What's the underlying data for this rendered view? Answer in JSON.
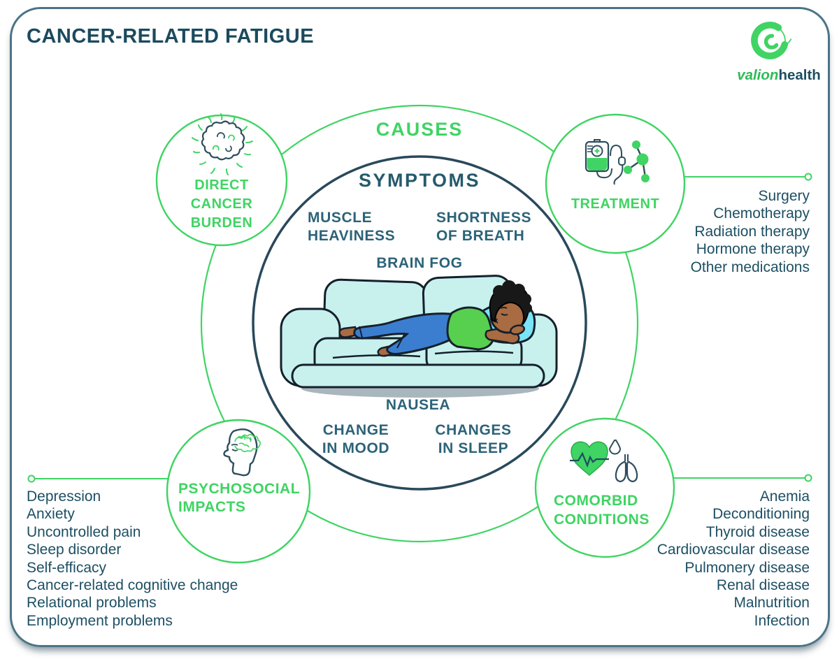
{
  "page": {
    "title": "CANCER-RELATED FATIGUE"
  },
  "brand": {
    "word1": "valion",
    "word2": "health",
    "logo_icon": "green-swirl-logo"
  },
  "colors": {
    "green": "#3fd463",
    "teal": "#1d4f63",
    "ring_dark": "#2a4a5c",
    "card_border": "#4c7486"
  },
  "causes": {
    "title": "CAUSES",
    "nodes": [
      {
        "id": "direct-cancer-burden",
        "icon": "cancer-cell-icon",
        "label_lines": [
          "DIRECT",
          "CANCER",
          "BURDEN"
        ],
        "items": []
      },
      {
        "id": "treatment",
        "icon": "iv-drip-molecule-icon",
        "label_lines": [
          "TREATMENT"
        ],
        "items": [
          "Surgery",
          "Chemotherapy",
          "Radiation therapy",
          "Hormone therapy",
          "Other medications"
        ]
      },
      {
        "id": "psychosocial-impacts",
        "icon": "head-brain-icon",
        "label_lines": [
          "PSYCHOSOCIAL",
          "IMPACTS"
        ],
        "items": [
          "Depression",
          "Anxiety",
          "Uncontrolled pain",
          "Sleep disorder",
          "Self-efficacy",
          "Cancer-related cognitive change",
          "Relational problems",
          "Employment problems"
        ]
      },
      {
        "id": "comorbid-conditions",
        "icon": "heart-lungs-icon",
        "label_lines": [
          "COMORBID",
          "CONDITIONS"
        ],
        "items": [
          "Anemia",
          "Deconditioning",
          "Thyroid disease",
          "Cardiovascular disease",
          "Pulmonery disease",
          "Renal disease",
          "Malnutrition",
          "Infection"
        ]
      }
    ]
  },
  "symptoms": {
    "title": "SYMPTOMS",
    "labels": {
      "muscle": [
        "MUSCLE",
        "HEAVINESS"
      ],
      "breath": [
        "SHORTNESS",
        "OF BREATH"
      ],
      "brain": [
        "BRAIN FOG"
      ],
      "nausea": [
        "NAUSEA"
      ],
      "mood": [
        "CHANGE",
        "IN MOOD"
      ],
      "sleep": [
        "CHANGES",
        "IN SLEEP"
      ]
    },
    "illustration": "person-resting-on-couch"
  }
}
